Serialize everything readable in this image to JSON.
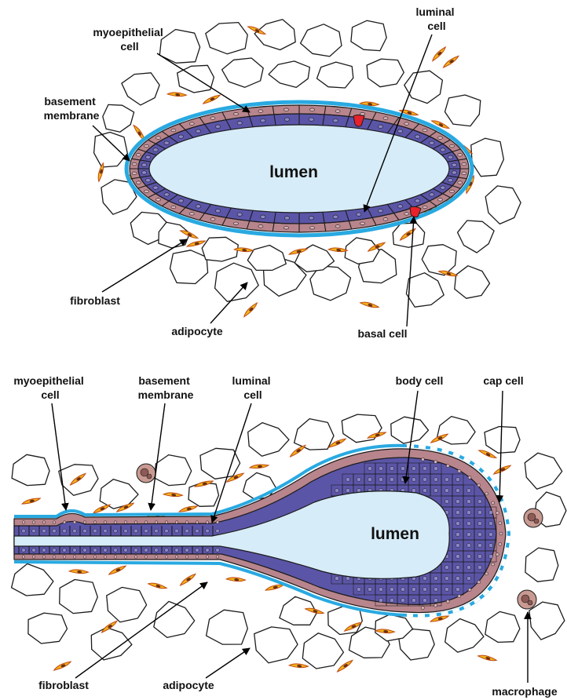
{
  "colors": {
    "lumen": "#d6ecf8",
    "luminal_cell": "#5b55a8",
    "myoepithelial_cell": "#b8858c",
    "basement_membrane": "#29a9e1",
    "fibroblast": "#f2b21b",
    "fibroblast_outline": "#c04a12",
    "basal_cell": "#e8212b",
    "macrophage": "#c99a92",
    "adipocyte_fill": "#ffffff",
    "outline": "#1b1b1b"
  },
  "top_panel": {
    "labels": {
      "myoepithelial": [
        "myoepithelial",
        "cell"
      ],
      "luminal": [
        "luminal",
        "cell"
      ],
      "basement": [
        "basement",
        "membrane"
      ],
      "lumen": "lumen",
      "fibroblast": "fibroblast",
      "adipocyte": "adipocyte",
      "basal": "basal cell"
    }
  },
  "bottom_panel": {
    "labels": {
      "myoepithelial": [
        "myoepithelial",
        "cell"
      ],
      "basement": [
        "basement",
        "membrane"
      ],
      "luminal": [
        "luminal",
        "cell"
      ],
      "body": "body cell",
      "cap": "cap cell",
      "lumen": "lumen",
      "fibroblast": "fibroblast",
      "adipocyte": "adipocyte",
      "macrophage": "macrophage"
    }
  }
}
